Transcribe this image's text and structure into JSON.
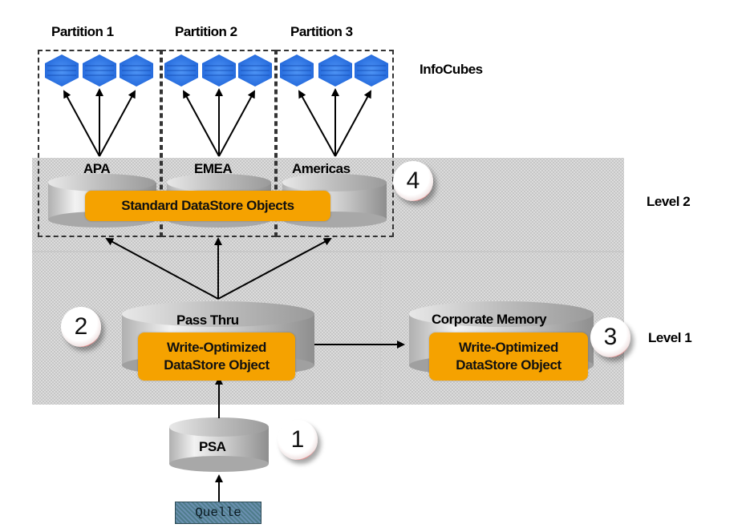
{
  "partitions": [
    {
      "title": "Partition 1",
      "region": "APA"
    },
    {
      "title": "Partition 2",
      "region": "EMEA"
    },
    {
      "title": "Partition 3",
      "region": "Americas"
    }
  ],
  "labels": {
    "infocubes": "InfoCubes",
    "level2": "Level 2",
    "level1": "Level 1"
  },
  "level2": {
    "box_label": "Standard DataStore Objects",
    "badge": "4"
  },
  "pass_thru": {
    "title": "Pass Thru",
    "box_line1": "Write-Optimized",
    "box_line2": "DataStore Object",
    "badge": "2"
  },
  "corporate_memory": {
    "title": "Corporate Memory",
    "box_line1": "Write-Optimized",
    "box_line2": "DataStore Object",
    "badge": "3"
  },
  "psa": {
    "title": "PSA",
    "badge": "1"
  },
  "source": {
    "label": "Quelle"
  },
  "colors": {
    "orange_box": "#f5a200",
    "cube_blue": "#2f7de6",
    "badge_ring": "#c81e1e",
    "band_gray": "#dcdcdc"
  }
}
